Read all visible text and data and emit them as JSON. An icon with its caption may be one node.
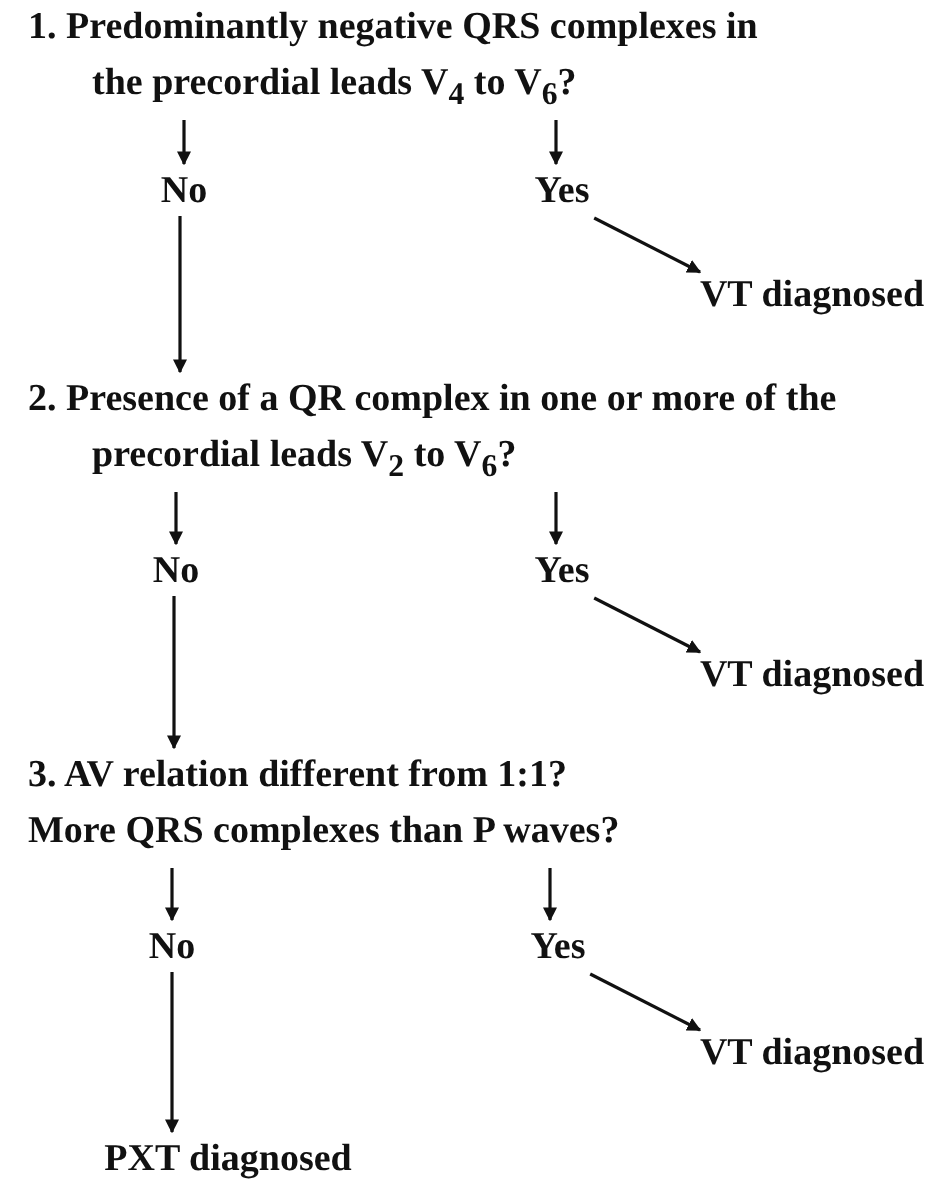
{
  "diagram": {
    "nodes": [
      {
        "text": [
          "1. Predominantly negative QRS complexes in the precordial leads V$_{4}$ to V$_{6}$?"
        ]
      },
      {
        "text": [
          "No"
        ]
      },
      {
        "text": [
          "Yes"
        ]
      },
      {
        "text": [
          "VT diagnosed"
        ]
      },
      {
        "text": [
          "2. Presence of a QR complex in one or more of the precordial leads V$_{2}$ to V$_{6}$?"
        ]
      },
      {
        "text": [
          "No"
        ]
      },
      {
        "text": [
          "Yes"
        ]
      },
      {
        "text": [
          "VT diagnosed"
        ]
      },
      {
        "text": [
          "3. AV relation different from 1:1?",
          "More QRS complexes than P waves?"
        ]
      },
      {
        "text": [
          "No"
        ]
      },
      {
        "text": [
          "Yes"
        ]
      },
      {
        "text": [
          "VT diagnosed"
        ]
      },
      {
        "text": [
          "PXT diagnosed"
        ]
      }
    ],
    "edges": [
      {
        "from": 0,
        "to": 1,
        "arrow": "to"
      },
      {
        "from": 0,
        "to": 2,
        "arrow": "to"
      },
      {
        "from": 2,
        "to": 3,
        "arrow": "to"
      },
      {
        "from": 1,
        "to": 4,
        "arrow": "to"
      },
      {
        "from": 4,
        "to": 5,
        "arrow": "to"
      },
      {
        "from": 4,
        "to": 6,
        "arrow": "to"
      },
      {
        "from": 6,
        "to": 7,
        "arrow": "to"
      },
      {
        "from": 5,
        "to": 8,
        "arrow": "to"
      },
      {
        "from": 8,
        "to": 9,
        "arrow": "to"
      },
      {
        "from": 8,
        "to": 10,
        "arrow": "to"
      },
      {
        "from": 10,
        "to": 11,
        "arrow": "to"
      },
      {
        "from": 9,
        "to": 12,
        "arrow": "to"
      }
    ]
  }
}
